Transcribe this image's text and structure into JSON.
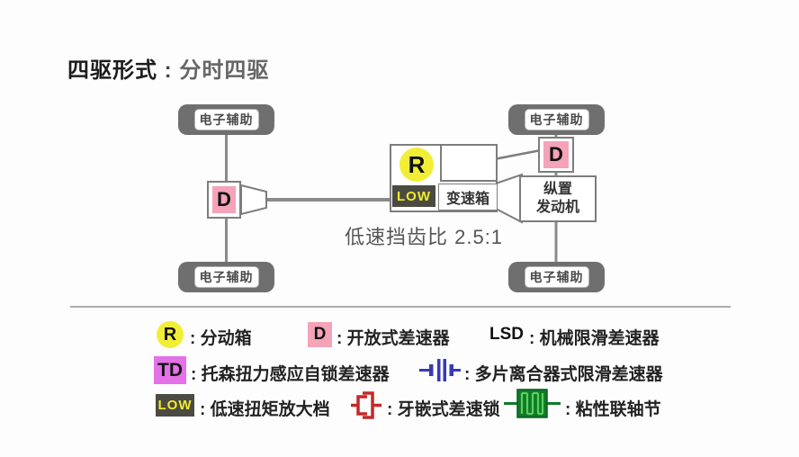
{
  "title": {
    "prefix": "四驱形式",
    "separator": " : ",
    "value": "分时四驱"
  },
  "diagram": {
    "wheel_label": "电子辅助",
    "front_differential": "D",
    "rear_differential": "D",
    "transfer_case": "R",
    "low_gear": "LOW",
    "gearbox": "变速箱",
    "engine_line1": "纵置",
    "engine_line2": "发动机",
    "low_gear_ratio": "低速挡齿比 2.5:1"
  },
  "legend": {
    "r": {
      "symbol": "R",
      "label": ": 分动箱"
    },
    "d": {
      "symbol": "D",
      "label": ": 开放式差速器"
    },
    "lsd": {
      "symbol": "LSD",
      "label": ": 机械限滑差速器"
    },
    "td": {
      "symbol": "TD",
      "label": ": 托森扭力感应自锁差速器"
    },
    "multi_plate_clutch": {
      "icon": "multi-plate-clutch-icon",
      "label": ": 多片离合器式限滑差速器"
    },
    "low": {
      "symbol": "LOW",
      "label": ": 低速扭矩放大档"
    },
    "dog_clutch_lock": {
      "icon": "dog-clutch-lock-icon",
      "label": ": 牙嵌式差速锁"
    },
    "viscous_coupling": {
      "icon": "viscous-coupling-icon",
      "label": ": 粘性联轴节"
    }
  },
  "colors": {
    "differential_pink": "#f4a3b9",
    "transfer_yellow": "#f2ee36",
    "low_badge_bg": "#4b4b43",
    "low_badge_text": "#f2ea2d",
    "td_magenta": "#e471e8",
    "wheel_gray": "#6f6f6f",
    "line_gray": "#7d7d7d",
    "clutch_icon_blue": "#3a3ab0",
    "dog_lock_red": "#c62828",
    "viscous_green_dark": "#0f7a28",
    "viscous_green_light": "#5ad05f"
  }
}
